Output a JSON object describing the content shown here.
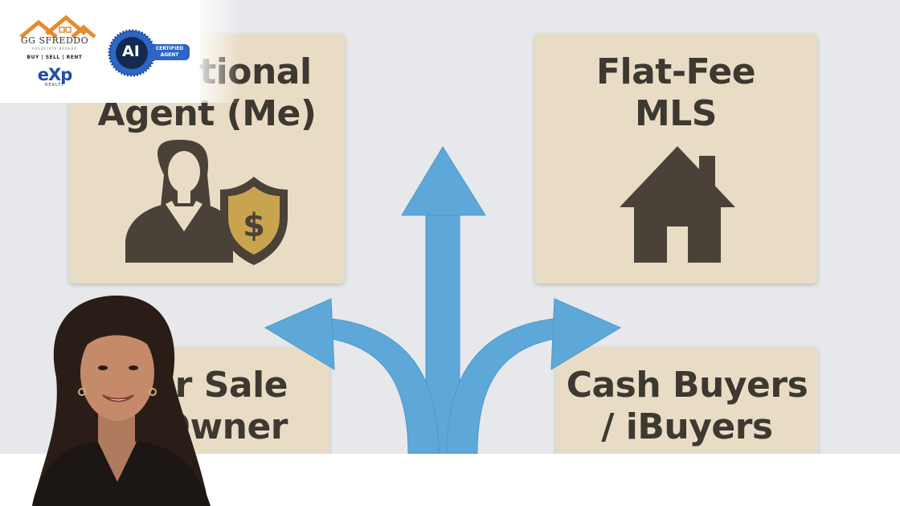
{
  "cards": {
    "agent": {
      "line1": "Traditional",
      "line2": "Agent (Me)"
    },
    "flat": {
      "line1": "Flat-Fee",
      "line2": "MLS"
    },
    "fsbo": {
      "line1": "For Sale",
      "line2": "By Owner"
    },
    "cash": {
      "line1": "Cash Buyers",
      "line2": "/ iBuyers"
    }
  },
  "branding": {
    "name": "GG SFREDDO",
    "subtitle": "ASSOCIATE BROKER",
    "tagline": "BUY | SELL | RENT",
    "brokerage": "eXp",
    "brokerage_sub": "REALTY",
    "badge_ai": "AI",
    "badge_label_1": "CERTIFIED",
    "badge_label_2": "AGENT"
  },
  "colors": {
    "card": "#e9dcc5",
    "card_text": "#3d3931",
    "arrow": "#5ea8d9",
    "icon_dark": "#4a4238",
    "shield_gold": "#c9a44e",
    "roof_orange": "#e88a2e",
    "exp_blue": "#1f4fa3"
  },
  "icons": [
    "businesswoman-icon",
    "dollar-shield-icon",
    "house-icon",
    "four-way-arrow-icon"
  ]
}
